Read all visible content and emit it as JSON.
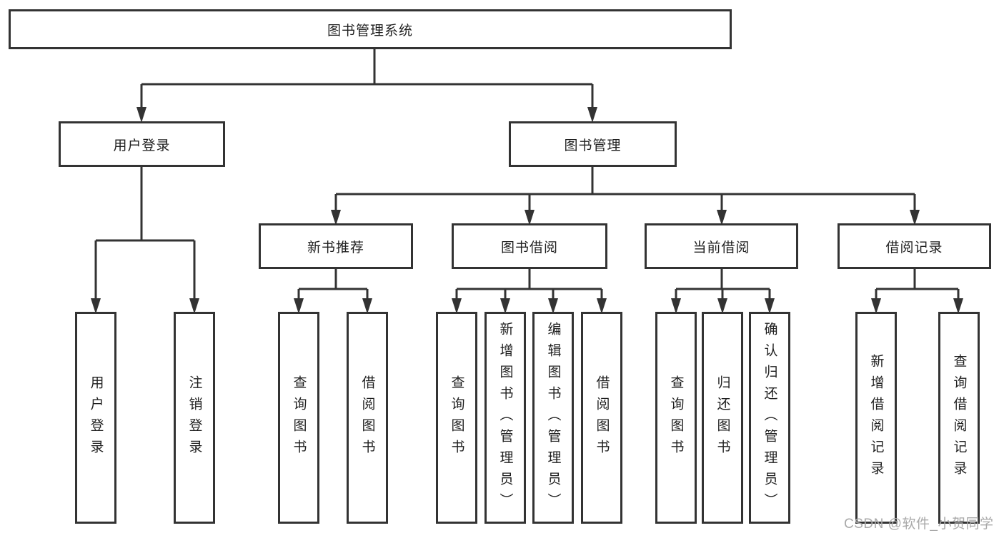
{
  "diagram": {
    "root": {
      "label": "图书管理系统"
    },
    "level2": [
      {
        "label": "用户登录"
      },
      {
        "label": "图书管理"
      }
    ],
    "level3": [
      {
        "label": "新书推荐"
      },
      {
        "label": "图书借阅"
      },
      {
        "label": "当前借阅"
      },
      {
        "label": "借阅记录"
      }
    ],
    "leaves": {
      "user_login": [
        "用户登录",
        "注销登录"
      ],
      "new_book_recommend": [
        "查询图书",
        "借阅图书"
      ],
      "book_borrow": [
        "查询图书",
        "新增图书（管理员）",
        "编辑图书（管理员）",
        "借阅图书"
      ],
      "current_borrow": [
        "查询图书",
        "归还图书",
        "确认归还（管理员）"
      ],
      "borrow_record": [
        "新增借阅记录",
        "查询借阅记录"
      ]
    },
    "watermark": "CSDN @软件_小贺同学",
    "colors": {
      "line": "#333333",
      "box_border": "#333333",
      "text": "#1f1f1f",
      "watermark": "#a9a9a9",
      "background": "#ffffff"
    }
  }
}
